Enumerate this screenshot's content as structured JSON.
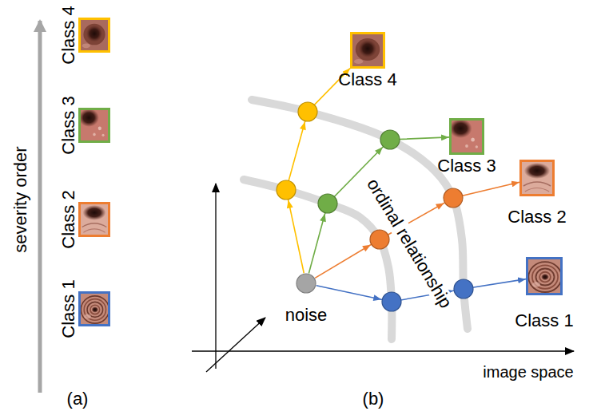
{
  "diagram": {
    "nodes": [
      {
        "text": [
          "Class 4"
        ]
      },
      {
        "text": [
          "Class 3"
        ]
      },
      {
        "text": [
          "Class 2"
        ]
      },
      {
        "text": [
          "Class 1"
        ]
      },
      {
        "text": [
          "Class 4"
        ]
      },
      {
        "text": [
          "Class 3"
        ]
      },
      {
        "text": [
          "Class 2"
        ]
      },
      {
        "text": [
          "noise"
        ]
      },
      {
        "text": [
          "Class 1"
        ]
      }
    ],
    "edges": [
      {
        "from": 7,
        "to": 4,
        "arrow": "to"
      },
      {
        "from": 7,
        "to": 5,
        "arrow": "to"
      },
      {
        "from": 7,
        "to": 6,
        "arrow": "to"
      },
      {
        "from": 7,
        "to": 8,
        "arrow": "to"
      }
    ],
    "labels": [
      "severity order",
      "(a)",
      "ordinal relationship",
      "image space",
      "(b)"
    ]
  }
}
